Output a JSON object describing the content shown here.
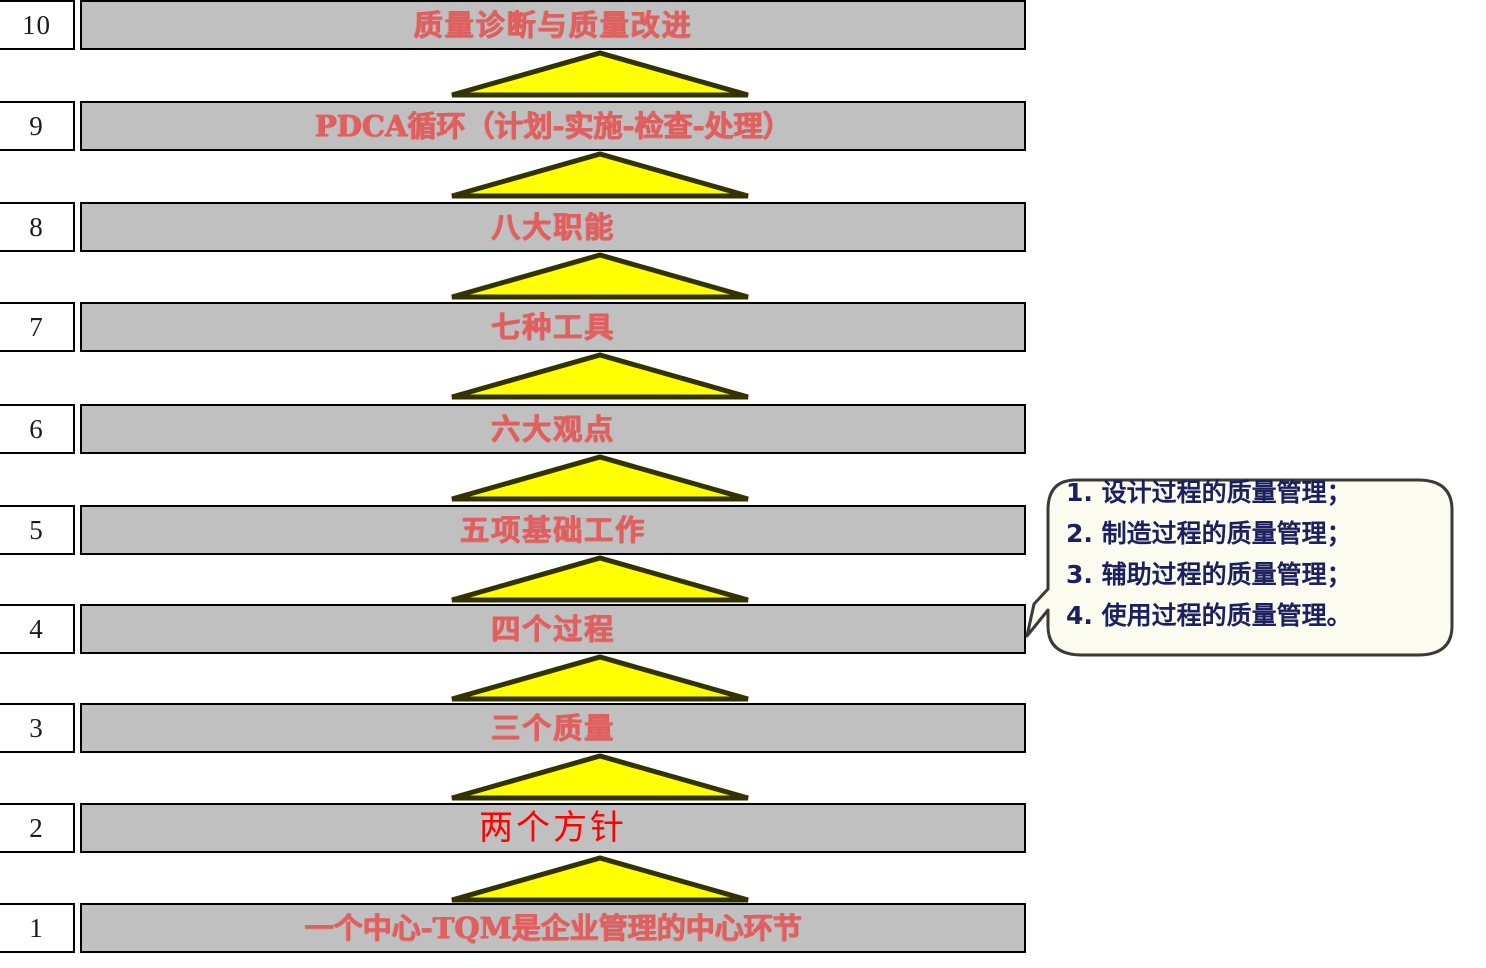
{
  "diagram": {
    "title": "全面质量管理十个要点阶梯图",
    "bar_color": "#c0c0c0",
    "border_color": "#000000",
    "triangle_fill": "#ffff00",
    "triangle_stroke": "#333300",
    "label_color": "#e06060",
    "accent_red": "#ff0000",
    "callout_text_color": "#1d2060",
    "callout_fill": "#fbfbf0"
  },
  "steps": [
    {
      "number": "10",
      "label": "质量诊断与质量改进",
      "style": "washed"
    },
    {
      "number": "9",
      "label": "PDCA循环（计划-实施-检查-处理）",
      "style": "washed"
    },
    {
      "number": "8",
      "label": "八大职能",
      "style": "washed"
    },
    {
      "number": "7",
      "label": "七种工具",
      "style": "washed"
    },
    {
      "number": "6",
      "label": "六大观点",
      "style": "washed"
    },
    {
      "number": "5",
      "label": "五项基础工作",
      "style": "washed"
    },
    {
      "number": "4",
      "label": "四个过程",
      "style": "washed"
    },
    {
      "number": "3",
      "label": "三个质量",
      "style": "washed"
    },
    {
      "number": "2",
      "label": "两个方针",
      "style": "crisp"
    },
    {
      "number": "1",
      "label": "一个中心-TQM是企业管理的中心环节",
      "style": "washed"
    }
  ],
  "callout": {
    "target_step": "4",
    "lines": [
      "1. 设计过程的质量管理；",
      "2. 制造过程的质量管理；",
      "3. 辅助过程的质量管理；",
      "4. 使用过程的质量管理。"
    ]
  }
}
